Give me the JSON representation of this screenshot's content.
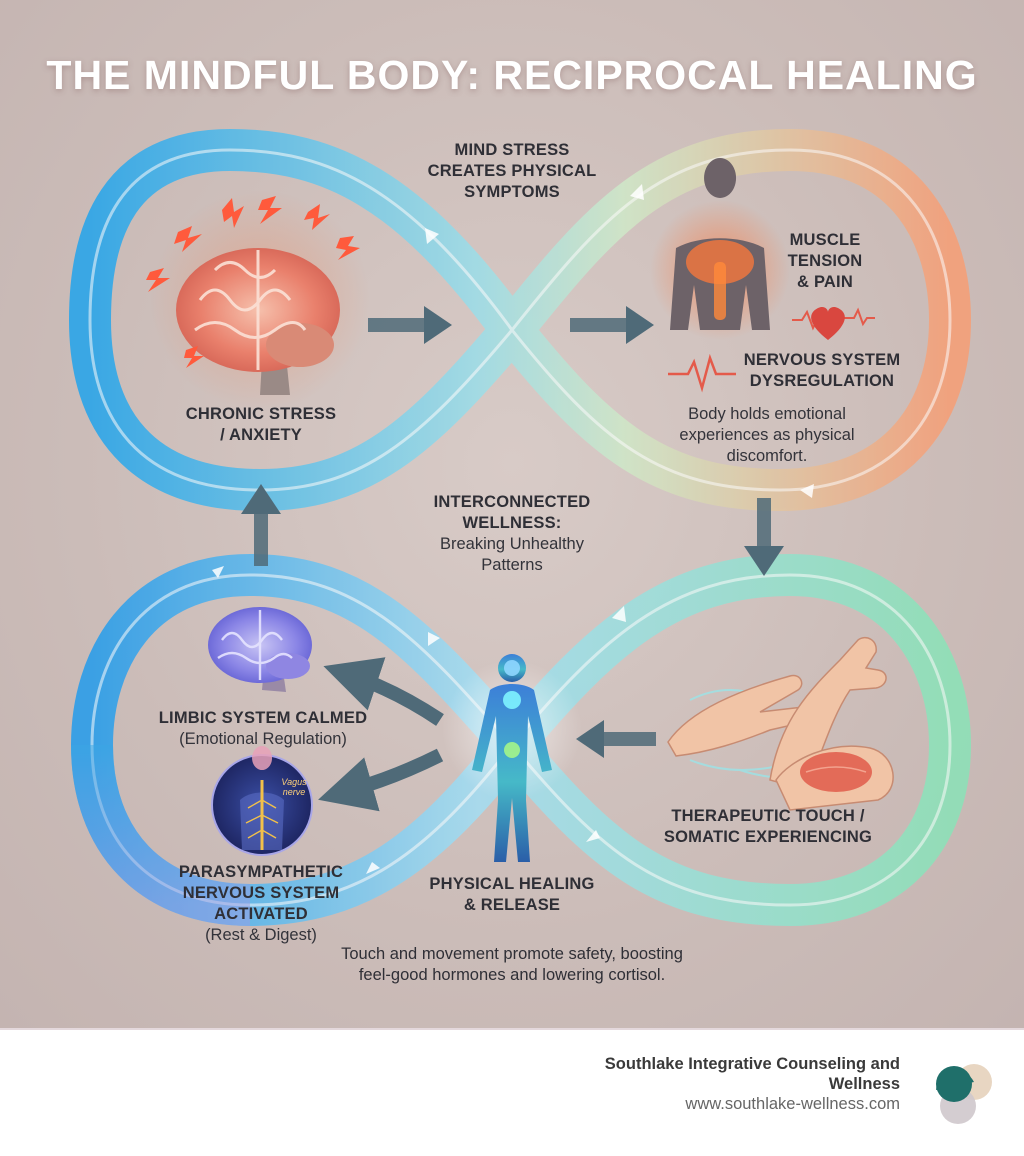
{
  "title": "THE MINDFUL BODY: RECIPROCAL HEALING",
  "top_center": [
    "MIND STRESS",
    "CREATES PHYSICAL",
    "SYMPTOMS"
  ],
  "chronic_stress": [
    "CHRONIC STRESS",
    "/ ANXIETY"
  ],
  "muscle_tension": [
    "MUSCLE",
    "TENSION",
    "& PAIN"
  ],
  "nervous_dysreg": [
    "NERVOUS SYSTEM",
    "DYSREGULATION"
  ],
  "body_holds": [
    "Body holds emotional",
    "experiences as physical",
    "discomfort."
  ],
  "interconnected": {
    "title": [
      "INTERCONNECTED",
      "WELLNESS:"
    ],
    "sub": [
      "Breaking Unhealthy",
      "Patterns"
    ]
  },
  "limbic": {
    "title": "LIMBIC SYSTEM CALMED",
    "sub": "(Emotional Regulation)"
  },
  "vagus_label": [
    "Vagus",
    "nerve"
  ],
  "parasympathetic": {
    "title": [
      "PARASYMPATHETIC",
      "NERVOUS SYSTEM",
      "ACTIVATED"
    ],
    "sub": "(Rest & Digest)"
  },
  "therapeutic": [
    "THERAPEUTIC TOUCH /",
    "SOMATIC EXPERIENCING"
  ],
  "physical_healing": [
    "PHYSICAL HEALING",
    "& RELEASE"
  ],
  "bottom_caption": [
    "Touch and movement promote safety, boosting",
    "feel-good hormones and lowering cortisol."
  ],
  "footer": {
    "org": [
      "Southlake Integrative Counseling and",
      "Wellness"
    ],
    "url": "www.southlake-wellness.com"
  },
  "colors": {
    "loop_blue": "#2ea6e8",
    "loop_orange": "#f4a07a",
    "loop_green": "#8fe0b8",
    "arrow_slate": "#4f6a78",
    "logo_teal": "#1f6f6a",
    "logo_sand": "#e6d2bb",
    "logo_gray": "#cfc8cc"
  }
}
